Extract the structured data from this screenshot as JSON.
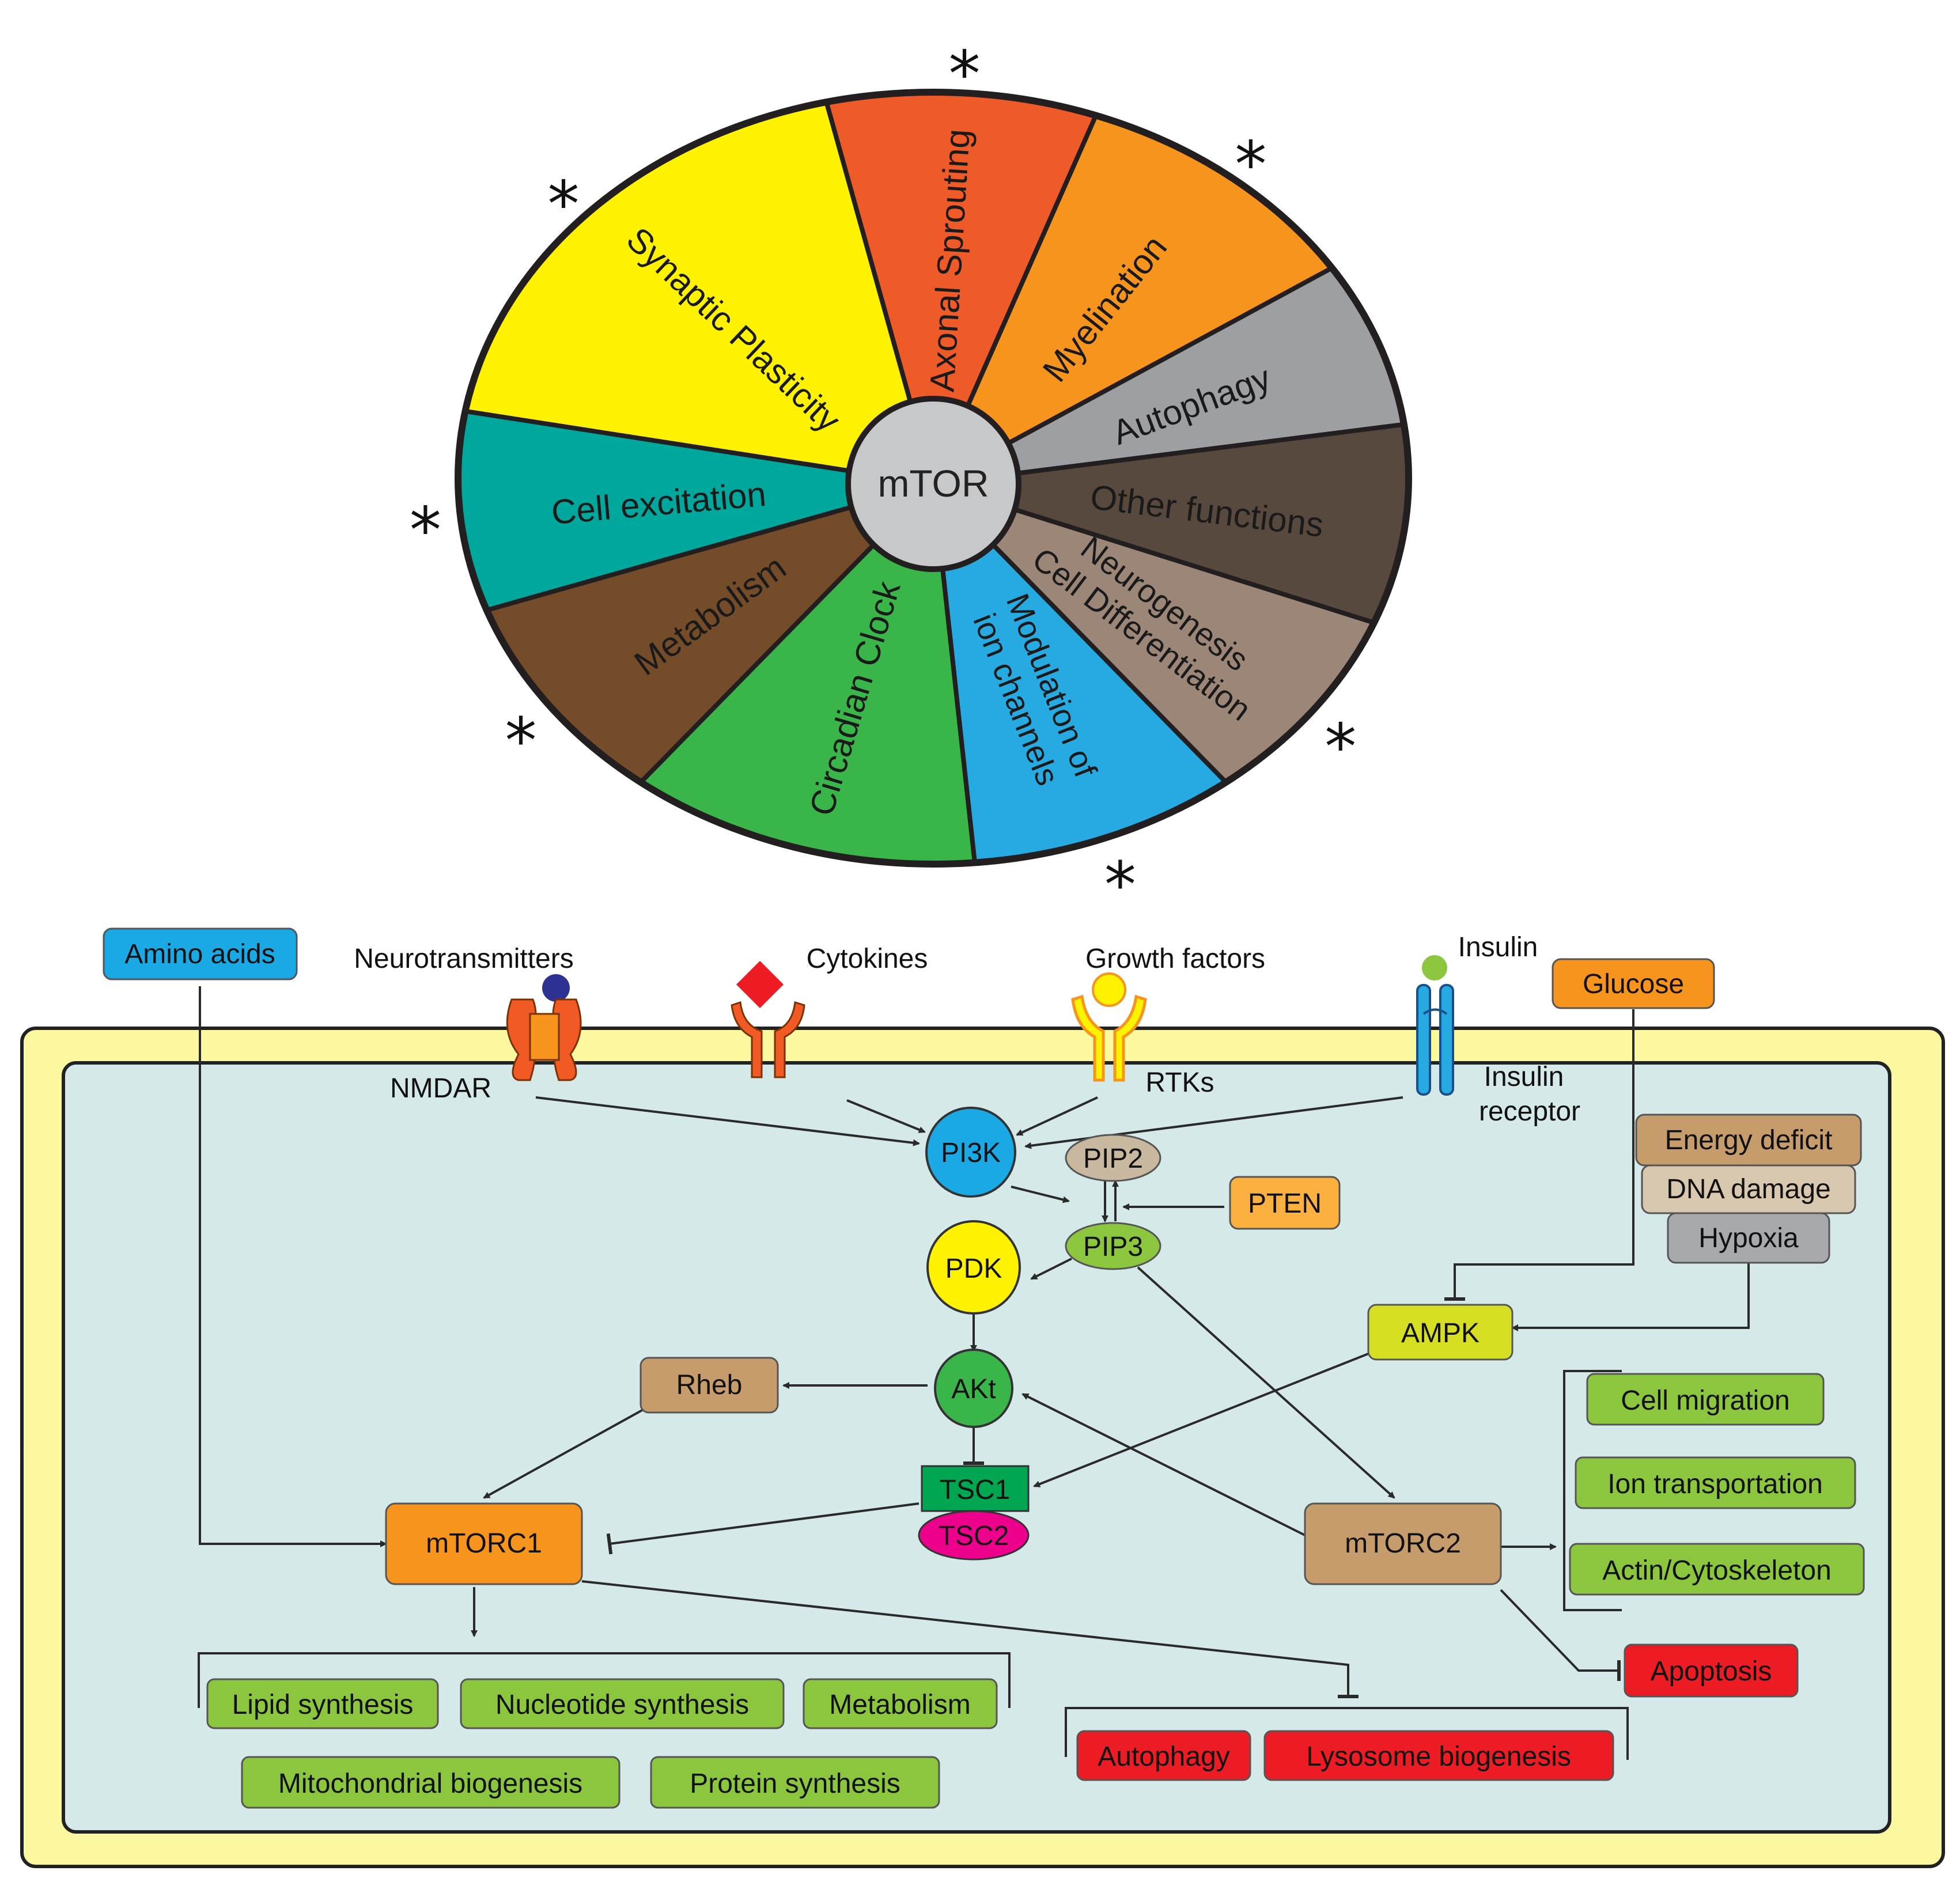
{
  "wheel": {
    "center": "mTOR",
    "segments": [
      {
        "label": "Axonal Sprouting",
        "color": "#ef5a29",
        "starred": true
      },
      {
        "label": "Myelination",
        "color": "#f7941d",
        "starred": true
      },
      {
        "label": "Autophagy",
        "color": "#9d9fa2",
        "starred": false
      },
      {
        "label": "Other functions",
        "color": "#58493f",
        "starred": false
      },
      {
        "label": "Neurogenesis",
        "label2": "Cell Differentiation",
        "color": "#9c8677",
        "starred": true
      },
      {
        "label": "Modulation of",
        "label2": "ion channels",
        "color": "#27aae1",
        "starred": true
      },
      {
        "label": "Circadian Clock",
        "color": "#39b54a",
        "starred": false
      },
      {
        "label": "Metabolism",
        "color": "#754c29",
        "starred": true
      },
      {
        "label": "Cell excitation",
        "color": "#00a79d",
        "starred": true
      },
      {
        "label": "Synaptic Plasticity",
        "color": "#fff200",
        "starred": true
      }
    ],
    "star_glyph": "*"
  },
  "pathway": {
    "outside": {
      "amino_acids": "Amino acids",
      "neurotransmitters": "Neurotransmitters",
      "cytokines": "Cytokines",
      "growth_factors": "Growth factors",
      "insulin": "Insulin",
      "glucose": "Glucose"
    },
    "receptors": {
      "nmdar": "NMDAR",
      "rtks": "RTKs",
      "insulin_receptor_1": "Insulin",
      "insulin_receptor_2": "receptor"
    },
    "nodes": {
      "pi3k": "PI3K",
      "pip2": "PIP2",
      "pip3": "PIP3",
      "pten": "PTEN",
      "pdk": "PDK",
      "akt": "AKt",
      "rheb": "Rheb",
      "tsc1": "TSC1",
      "tsc2": "TSC2",
      "mtorc1": "mTORC1",
      "mtorc2": "mTORC2",
      "ampk": "AMPK",
      "energy_deficit": "Energy deficit",
      "dna_damage": "DNA damage",
      "hypoxia": "Hypoxia"
    },
    "mtorc1_outputs": [
      "Lipid synthesis",
      "Nucleotide synthesis",
      "Metabolism",
      "Mitochondrial biogenesis",
      "Protein synthesis"
    ],
    "mtorc1_inhibited": [
      "Autophagy",
      "Lysosome biogenesis"
    ],
    "mtorc2_outputs": [
      "Cell migration",
      "Ion transportation",
      "Actin/Cytoskeleton"
    ],
    "mtorc2_inhibited": "Apoptosis",
    "colors": {
      "membrane": "#fbf8a0",
      "cytoplasm": "#d5e9e9",
      "green_box": "#8cc63f",
      "red_box": "#ed1c24",
      "orange": "#f7941d",
      "amino_blue": "#1ba9e6",
      "tan": "#b5885a"
    }
  }
}
